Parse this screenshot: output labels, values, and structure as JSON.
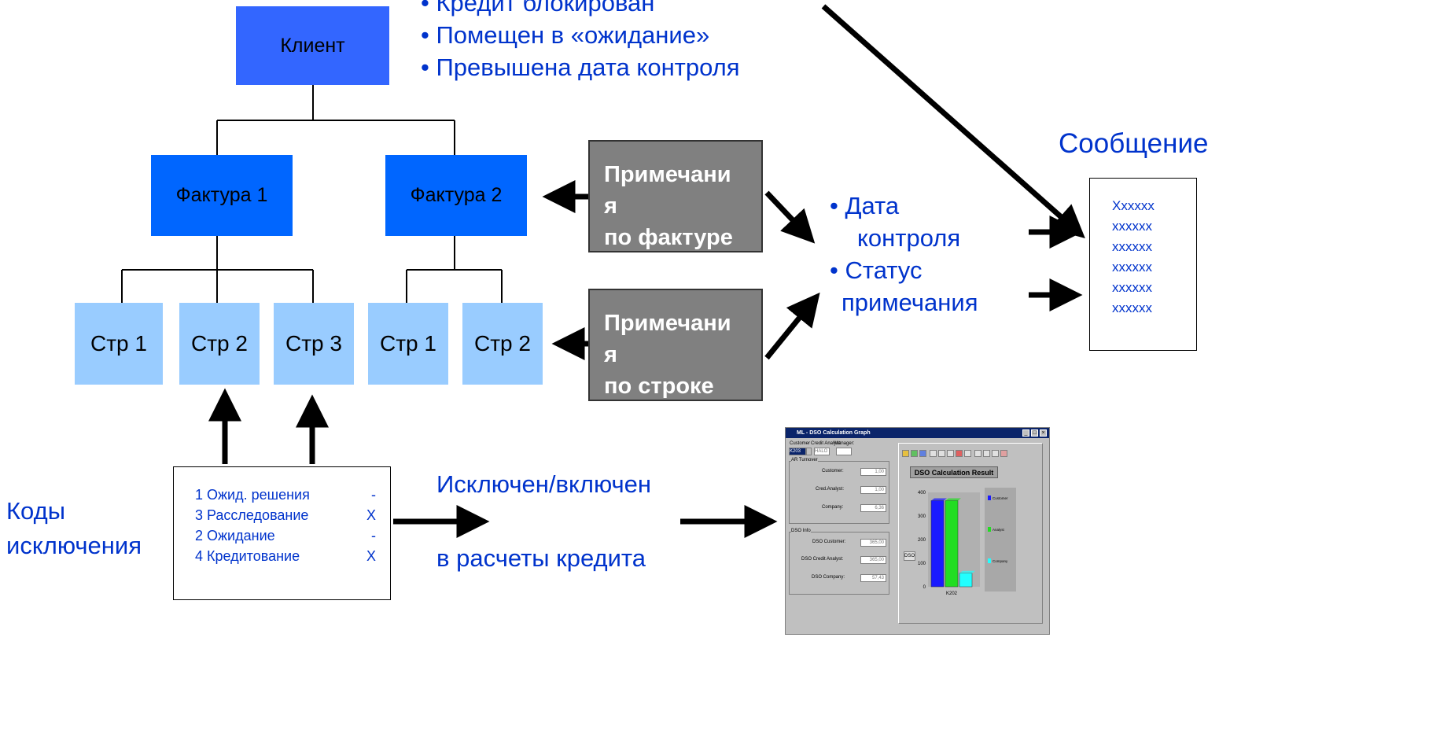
{
  "client": {
    "label": "Клиент",
    "color": "#3366ff"
  },
  "invoices": [
    {
      "label": "Фактура 1"
    },
    {
      "label": "Фактура 2"
    }
  ],
  "lines": [
    {
      "label": "Стр 1"
    },
    {
      "label": "Стр 2"
    },
    {
      "label": "Стр 3"
    },
    {
      "label": "Стр 1"
    },
    {
      "label": "Стр 2"
    }
  ],
  "top_bullets": [
    "• Кредит блокирован",
    "• Помещен в «ожидание»",
    "• Превышена дата контроля"
  ],
  "notes_invoice": "Примечани\nя\nпо фактуре",
  "notes_line": "Примечани\nя\n по строке",
  "control": {
    "line1": "• Дата",
    "line2": "контроля",
    "line3": "• Статус",
    "line4": "примечания"
  },
  "message": {
    "title": "Сообщение",
    "rows": [
      "Xxxxxx",
      "xxxxxx",
      "xxxxxx",
      "xxxxxx",
      "xxxxxx",
      "xxxxxx"
    ]
  },
  "exception": {
    "label_line1": "Коды",
    "label_line2": "исключения",
    "codes": [
      {
        "text": "1 Ожид. решения",
        "mark": "-"
      },
      {
        "text": "3 Расследование",
        "mark": "X"
      },
      {
        "text": "2 Ожидание",
        "mark": "-"
      },
      {
        "text": "4 Кредитование",
        "mark": "X"
      }
    ]
  },
  "inclusion": {
    "line1": "Исключен/включен",
    "line2": "в расчеты кредита"
  },
  "screenshot": {
    "title": "ML - DSO Calculation Graph",
    "customer_label": "Customer",
    "analyst_label": "Credit Analyst:",
    "manager_label": "Manager:",
    "customer_value": "K203",
    "analyst_value": "HALO",
    "ar_group": "AR Turnover",
    "ar_rows": [
      {
        "label": "Customer:",
        "value": "1,00"
      },
      {
        "label": "Cred.Analyst:",
        "value": "1,00"
      },
      {
        "label": "Company:",
        "value": "6,36"
      }
    ],
    "dso_group": "DSO Info",
    "dso_rows": [
      {
        "label": "DSO Customer:",
        "value": "365,00"
      },
      {
        "label": "DSO Credit Analyst:",
        "value": "365,00"
      },
      {
        "label": "DSO Company:",
        "value": "57,43"
      }
    ],
    "result_title": "DSO Calculation Result",
    "dso_axis_label": "DSO",
    "x_category": "K202",
    "ticks": [
      "400",
      "300",
      "200",
      "100",
      "0"
    ],
    "legend": [
      "Customer",
      "Analyst",
      "Company"
    ]
  },
  "chart_data": {
    "type": "bar",
    "title": "DSO Calculation Result",
    "categories": [
      "K202"
    ],
    "ylabel": "DSO",
    "ylim": [
      0,
      400
    ],
    "series": [
      {
        "name": "Customer",
        "values": [
          365
        ],
        "color": "#1a1aff"
      },
      {
        "name": "Analyst",
        "values": [
          365
        ],
        "color": "#22dd22"
      },
      {
        "name": "Company",
        "values": [
          57.43
        ],
        "color": "#22ffff"
      }
    ]
  }
}
